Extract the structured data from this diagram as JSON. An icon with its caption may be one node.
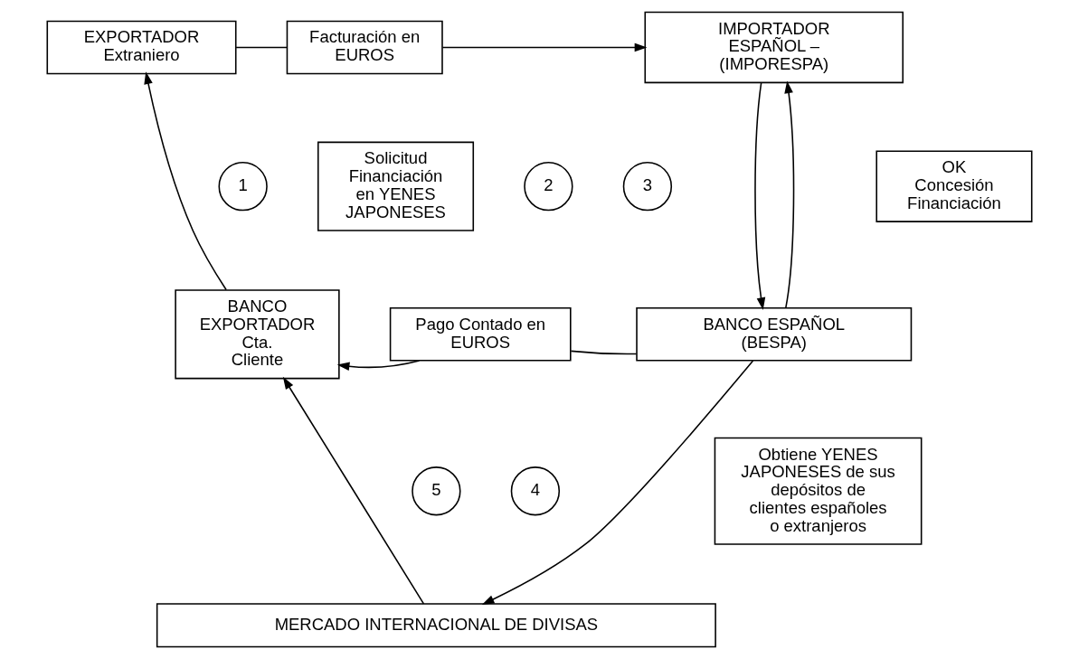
{
  "diagram": {
    "nodes": [
      {
        "text": [
          "EXPORTADOR Extraniero"
        ]
      },
      {
        "text": [
          "Facturación en EUROS"
        ]
      },
      {
        "text": [
          "IMPORTADOR ESPAÑOL – (IMPORESPA)"
        ]
      },
      {
        "text": [
          "1"
        ]
      },
      {
        "text": [
          "OK Concesión Financiación"
        ]
      },
      {
        "text": [
          "Solicitud Financiación en YENES JAPONESES"
        ]
      },
      {
        "text": [
          "2"
        ]
      },
      {
        "text": [
          "3"
        ]
      },
      {
        "text": [
          "BANCO EXPORTADOR Cta. Cliente"
        ]
      },
      {
        "text": [
          "Pago Contado en EUROS"
        ]
      },
      {
        "text": [
          "BANCO ESPAÑOL (BESPA)"
        ]
      },
      {
        "text": [
          "5"
        ]
      },
      {
        "text": [
          "4"
        ]
      },
      {
        "text": [
          "Obtiene YENES JAPONESES de sus depósitos de clientes españoles o extranjeros"
        ]
      },
      {
        "text": [
          "MERCADO INTERNACIONAL DE DIVISAS"
        ]
      }
    ],
    "edges": [
      {
        "from": 0,
        "to": 1,
        "arrow": "none"
      },
      {
        "from": 1,
        "to": 2,
        "arrow": "to"
      },
      {
        "from": 2,
        "to": 10,
        "arrow": "to"
      },
      {
        "from": 10,
        "to": 2,
        "arrow": "to"
      },
      {
        "from": 10,
        "to": 9,
        "arrow": "none"
      },
      {
        "from": 9,
        "to": 8,
        "arrow": "to"
      },
      {
        "from": 10,
        "to": 14,
        "arrow": "to"
      },
      {
        "from": 14,
        "to": 8,
        "arrow": "to"
      },
      {
        "from": 8,
        "to": 0,
        "arrow": "to"
      }
    ]
  }
}
